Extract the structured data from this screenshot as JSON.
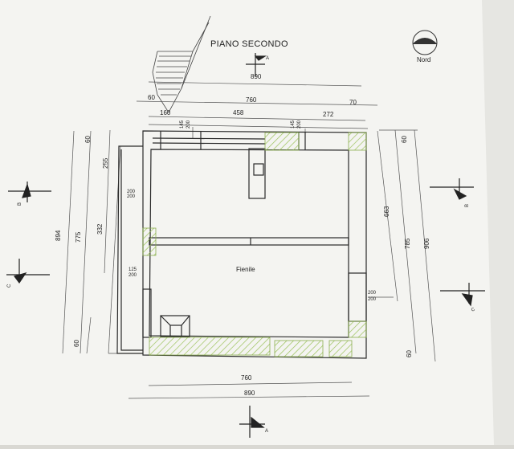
{
  "title": "PIANO SECONDO",
  "north_label": "Nord",
  "room_label": "Fienile",
  "sections": {
    "a": "A",
    "b": "B",
    "c": "C"
  },
  "dims": {
    "top_890": "890",
    "top_60": "60",
    "top_760": "760",
    "top_70": "70",
    "top_160": "160",
    "top_458": "458",
    "top_272": "272",
    "top_145_a": "145",
    "top_200_a": "200",
    "top_145_b": "145",
    "top_200_b": "200",
    "left_60_top": "60",
    "left_255": "255",
    "left_894": "894",
    "left_775": "775",
    "left_332": "332",
    "left_60_bottom": "60",
    "left_200_a": "200",
    "left_200_b": "200",
    "left_125": "125",
    "left_200_c": "200",
    "right_60_top": "60",
    "right_663": "663",
    "right_785": "785",
    "right_906": "906",
    "right_60_bottom": "60",
    "right_200_a": "200",
    "right_200_b": "200",
    "bottom_760": "760",
    "bottom_890": "890"
  },
  "colors": {
    "paper": "#f4f4f1",
    "ink": "#2a2a2a",
    "hatch": "#9bc25a"
  }
}
